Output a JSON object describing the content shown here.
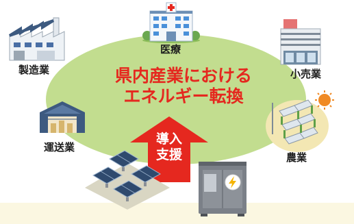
{
  "headline": {
    "line1": "県内産業における",
    "line2": "エネルギー転換"
  },
  "arrow": {
    "line1": "導入",
    "line2": "支援"
  },
  "sectors": {
    "medical": "医療",
    "manufacturing": "製造業",
    "retail": "小売業",
    "transport": "運送業",
    "agriculture": "農業"
  },
  "colors": {
    "accent_red": "#e5281f",
    "ellipse_green": "#c2dd8f",
    "band_cream": "#fbf7e1"
  },
  "icons": [
    "hospital-icon",
    "factory-icon",
    "store-icon",
    "warehouse-icon",
    "solar-farm-icon",
    "solar-panels-icon",
    "battery-storage-icon",
    "lightning-icon"
  ]
}
